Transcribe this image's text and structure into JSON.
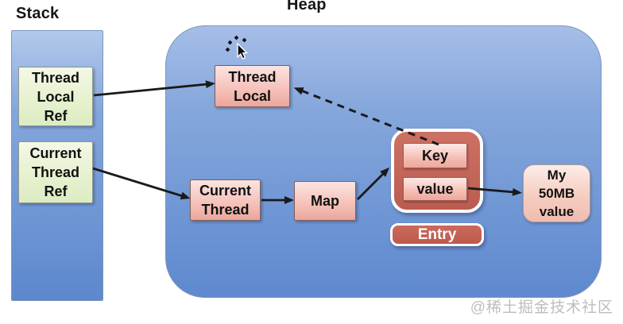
{
  "stack": {
    "title": "Stack",
    "frames": {
      "thread_local_ref": {
        "label": "Thread\nLocal\nRef"
      },
      "current_thread_ref": {
        "label": "Current\nThread\nRef"
      }
    }
  },
  "heap": {
    "title": "Heap",
    "nodes": {
      "thread_local": {
        "label": "Thread\nLocal"
      },
      "current_thread": {
        "label": "Current\nThread"
      },
      "map": {
        "label": "Map"
      },
      "key": {
        "label": "Key"
      },
      "value": {
        "label": "value"
      },
      "entry": {
        "label": "Entry"
      },
      "my_50mb_value": {
        "label": "My\n50MB\nvalue"
      }
    }
  },
  "edges": [
    {
      "from": "thread-local-ref",
      "to": "thread-local",
      "style": "solid"
    },
    {
      "from": "current-thread-ref",
      "to": "current-thread",
      "style": "solid"
    },
    {
      "from": "current-thread",
      "to": "map",
      "style": "solid"
    },
    {
      "from": "map",
      "to": "entry",
      "style": "solid"
    },
    {
      "from": "value",
      "to": "my-50mb-value",
      "style": "solid"
    },
    {
      "from": "entry-key",
      "to": "thread-local",
      "style": "dashed"
    }
  ],
  "cursor": {
    "icon": "busy-pointer-cursor"
  },
  "watermark": {
    "text": "@稀土掘金技术社区",
    "color": "#bdbdbd"
  },
  "colors": {
    "region_blue_top": "#a6bee8",
    "region_blue_bottom": "#5e89cf",
    "stack_frame_green": "#e7f1cf",
    "heap_node_pink": "#f5c0b8",
    "entry_red": "#c2655a",
    "entry_border_white": "#ffffff",
    "arrow_black": "#1a1a1a",
    "text_black": "#111111",
    "watermark_gray": "#bdbdbd"
  }
}
